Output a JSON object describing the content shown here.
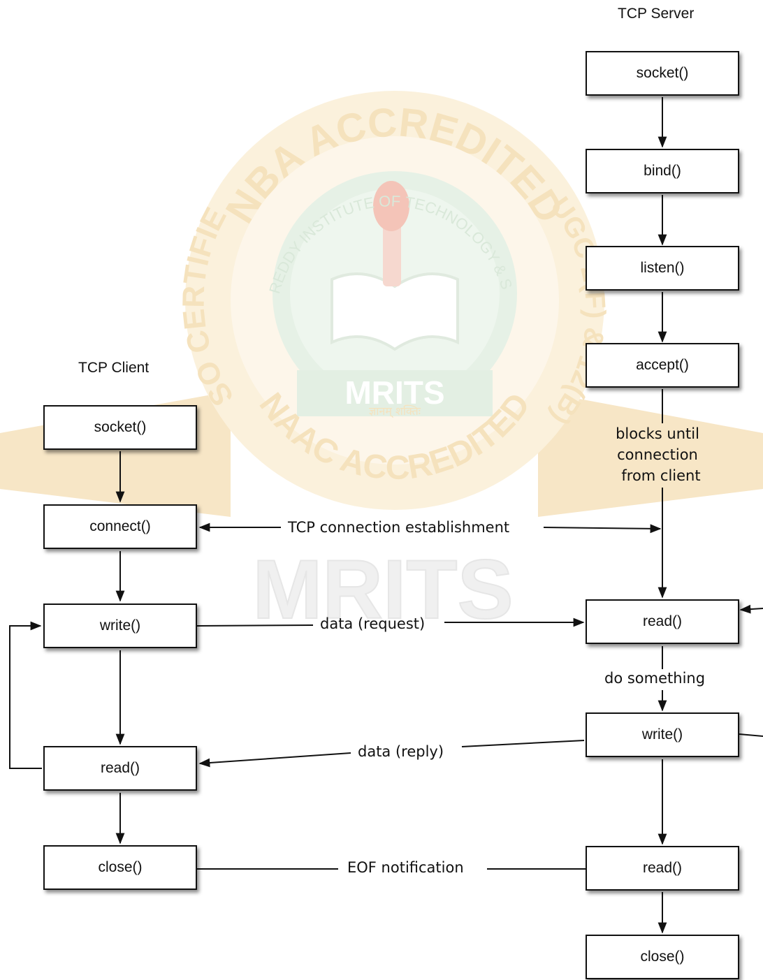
{
  "diagram": {
    "client_title": "TCP Client",
    "server_title": "TCP Server",
    "client": {
      "socket": "socket()",
      "connect": "connect()",
      "write": "write()",
      "read": "read()",
      "close": "close()"
    },
    "server": {
      "socket": "socket()",
      "bind": "bind()",
      "listen": "listen()",
      "accept": "accept()",
      "read": "read()",
      "write": "write()",
      "read2": "read()",
      "close": "close()"
    },
    "labels": {
      "blocks_line1": "blocks until",
      "blocks_line2": "connection",
      "blocks_line3": "from client",
      "tcp_connection": "TCP connection establishment",
      "data_request": "data (request)",
      "do_something": "do something",
      "data_reply": "data (reply)",
      "eof": "EOF notification"
    }
  },
  "watermark": {
    "top_arc": "NBA ACCREDITED",
    "bottom_arc": "NAAC ACCREDITED",
    "left_arc": "ISO CERTIFIED",
    "right_arc": "UGC 2(F) & 12(B)",
    "inner_arc": "MALLA REDDY INSTITUTE OF TECHNOLOGY & SCIENCE",
    "banner": "MRITS",
    "motto": "ज्ञानम् शक्तिः",
    "big_text": "MRITS",
    "colors": {
      "gold": "#f2d9a6",
      "green": "#d8eadb",
      "red": "#f3c9bf"
    }
  }
}
